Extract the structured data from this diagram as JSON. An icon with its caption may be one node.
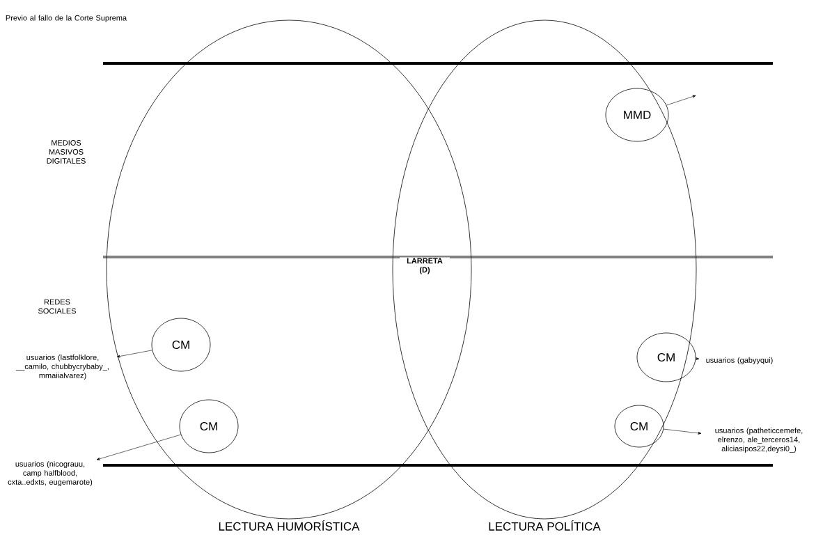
{
  "diagram": {
    "nodes": [
      {
        "text": [
          "LECTURA HUMORÍSTICA"
        ]
      },
      {
        "text": [
          "LECTURA POLÍTICA"
        ]
      },
      {
        "text": [
          "MMD"
        ],
        "in": 1
      },
      {
        "text": [
          "CM"
        ],
        "in": 0
      },
      {
        "text": [
          "usuarios (lastfolklore, __camilo, chubbycrybaby_, mmaiialvarez)"
        ]
      },
      {
        "text": [
          "CM"
        ],
        "in": 0
      },
      {
        "text": [
          "usuarios (nicograuu, camp halfblood, cxta..edxts, eugemarote)"
        ]
      },
      {
        "text": [
          "CM"
        ],
        "in": 1
      },
      {
        "text": [
          "usuarios (gabyyqui)"
        ]
      },
      {
        "text": [
          "CM"
        ],
        "in": 1
      },
      {
        "text": [
          "usuarios (patheticcemefe, elrenzo, ale_terceros14, aliciasipos22,deysi0_)"
        ]
      }
    ],
    "edges": [
      {
        "from": 2,
        "to": null,
        "arrow": "to"
      },
      {
        "from": 3,
        "to": 4,
        "arrow": "to"
      },
      {
        "from": 5,
        "to": 6,
        "arrow": "to"
      },
      {
        "from": 7,
        "to": 8,
        "arrow": "to"
      },
      {
        "from": 9,
        "to": 10,
        "arrow": "to"
      }
    ],
    "labels": [
      "Previo al fallo de la Corte Suprema",
      "MEDIOS MASIVOS DIGITALES",
      "LARRETA (D)",
      "REDES SOCIALES"
    ]
  }
}
